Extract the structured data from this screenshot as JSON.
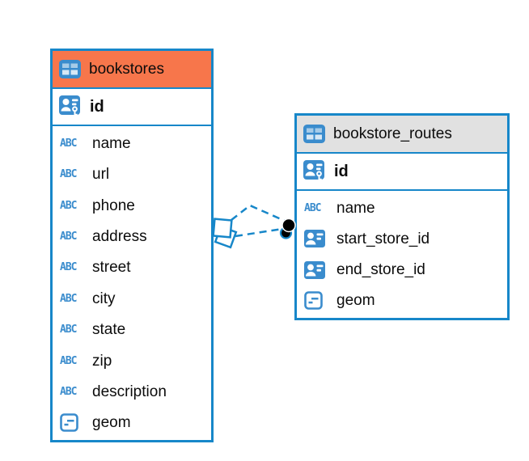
{
  "icons": {
    "abc_glyph": "ABC",
    "table_icon": "table-icon",
    "primary_key_icon": "primary-key-icon",
    "reference_icon": "reference-type-icon",
    "text_icon": "text-type-icon",
    "object_icon": "object-type-icon"
  },
  "colors": {
    "entity_border_blue": "#1787c9",
    "icon_blue": "#3a8ccd",
    "bookstores_header_orange": "#f7764b",
    "bookstore_routes_header_gray": "#e1e1e1",
    "relationship_line_blue": "#1787c9",
    "child_marker_black": "#000000",
    "text_black": "#0c0c0c"
  },
  "tables": [
    {
      "name": "bookstores",
      "primary_key": {
        "name": "id",
        "icon": "primary-key-icon"
      },
      "fields": [
        {
          "name": "name",
          "icon": "text-type-icon"
        },
        {
          "name": "url",
          "icon": "text-type-icon"
        },
        {
          "name": "phone",
          "icon": "text-type-icon"
        },
        {
          "name": "address",
          "icon": "text-type-icon"
        },
        {
          "name": "street",
          "icon": "text-type-icon"
        },
        {
          "name": "city",
          "icon": "text-type-icon"
        },
        {
          "name": "state",
          "icon": "text-type-icon"
        },
        {
          "name": "zip",
          "icon": "text-type-icon"
        },
        {
          "name": "description",
          "icon": "text-type-icon"
        },
        {
          "name": "geom",
          "icon": "object-type-icon"
        }
      ]
    },
    {
      "name": "bookstore_routes",
      "primary_key": {
        "name": "id",
        "icon": "primary-key-icon"
      },
      "fields": [
        {
          "name": "name",
          "icon": "text-type-icon"
        },
        {
          "name": "start_store_id",
          "icon": "reference-type-icon"
        },
        {
          "name": "end_store_id",
          "icon": "reference-type-icon"
        },
        {
          "name": "geom",
          "icon": "object-type-icon"
        }
      ]
    }
  ],
  "relationships": [
    {
      "from": "bookstores",
      "to": "bookstore_routes",
      "line_style": "dashed",
      "parent_marker": "diamond",
      "child_marker": "filled-circle"
    },
    {
      "from": "bookstores",
      "to": "bookstore_routes",
      "line_style": "dashed",
      "parent_marker": "diamond",
      "child_marker": "filled-circle"
    }
  ]
}
